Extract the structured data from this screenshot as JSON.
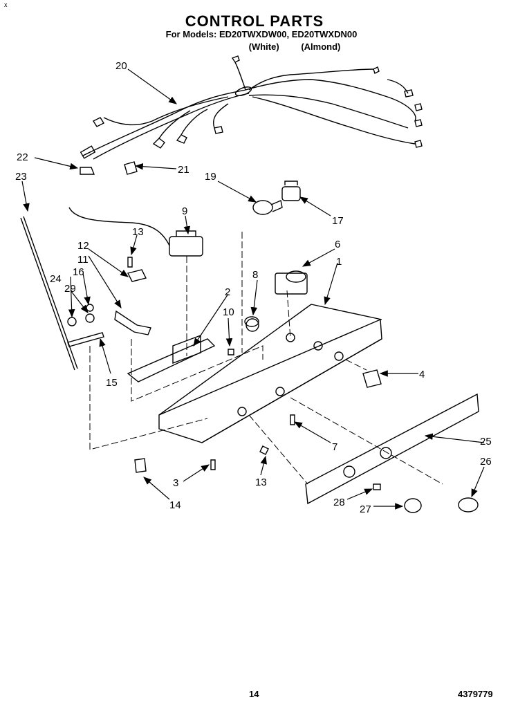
{
  "header": {
    "title": "CONTROL PARTS",
    "models": "For Models: ED20TWXDW00, ED20TWXDN00",
    "variant_white": "(White)",
    "variant_almond": "(Almond)"
  },
  "corner_mark": "x",
  "part_callouts": [
    "20",
    "22",
    "21",
    "23",
    "19",
    "17",
    "9",
    "13",
    "12",
    "11",
    "16",
    "24",
    "29",
    "6",
    "1",
    "8",
    "2",
    "10",
    "15",
    "4",
    "7",
    "25",
    "26",
    "3",
    "13",
    "14",
    "28",
    "27"
  ],
  "footer": {
    "page_number": "14",
    "doc_number": "4379779"
  }
}
